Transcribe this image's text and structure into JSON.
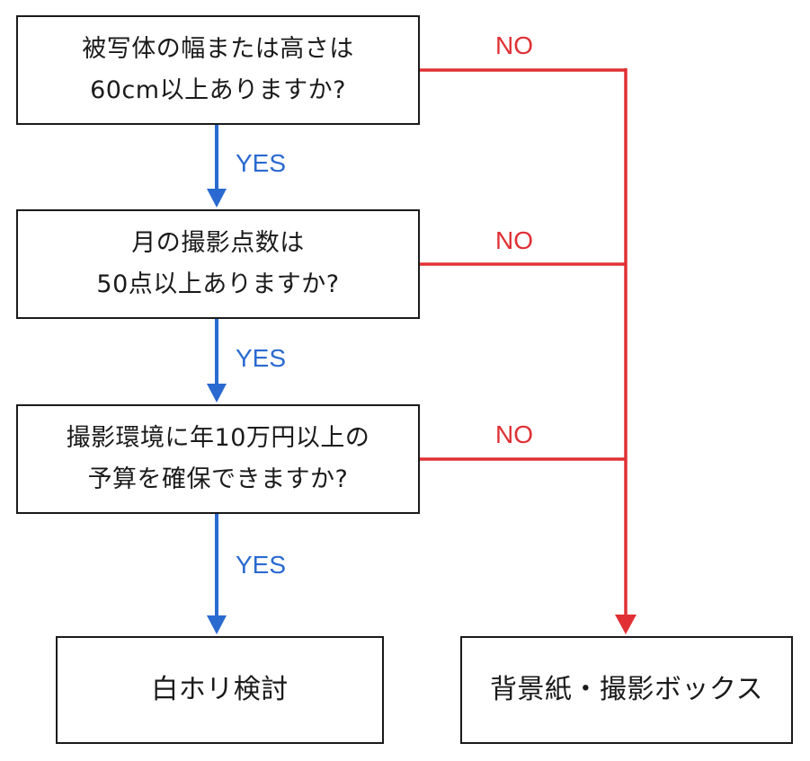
{
  "questions": {
    "q1": {
      "line1": "被写体の幅または高さは",
      "line2": "60cm以上ありますか?"
    },
    "q2": {
      "line1": "月の撮影点数は",
      "line2": "50点以上ありますか?"
    },
    "q3": {
      "line1": "撮影環境に年10万円以上の",
      "line2": "予算を確保できますか?"
    }
  },
  "results": {
    "yes_result": "白ホリ検討",
    "no_result": "背景紙・撮影ボックス"
  },
  "labels": {
    "yes": "YES",
    "no": "NO"
  },
  "colors": {
    "yes_arrow": "#2a6ad0",
    "no_arrow": "#e03035",
    "box_border": "#1a1a1a"
  }
}
